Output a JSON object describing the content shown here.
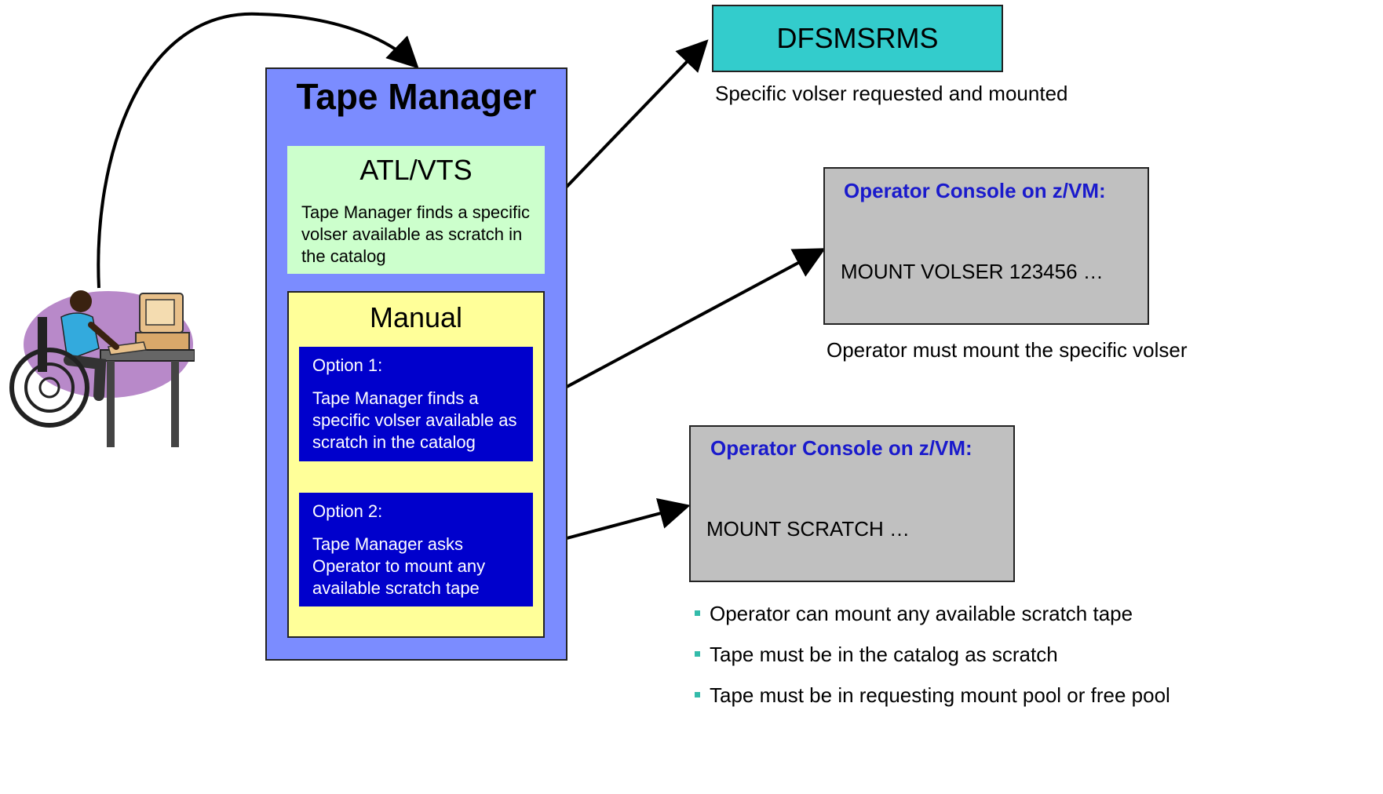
{
  "tape_manager": {
    "title": "Tape Manager",
    "atl_vts": {
      "title": "ATL/VTS",
      "text": "Tape Manager finds a specific volser available as scratch in the catalog"
    },
    "manual": {
      "title": "Manual",
      "options": [
        {
          "label": "Option 1:",
          "text": "Tape Manager finds a specific volser available as scratch in the catalog"
        },
        {
          "label": "Option 2:",
          "text": "Tape Manager asks Operator to mount any available scratch tape"
        }
      ]
    }
  },
  "dfsmsrms": {
    "title": "DFSMSRMS",
    "caption": "Specific volser requested and mounted"
  },
  "console_specific": {
    "title": "Operator Console on z/VM:",
    "command": "MOUNT VOLSER 123456 …",
    "caption": "Operator must mount the specific volser"
  },
  "console_scratch": {
    "title": "Operator Console on z/VM:",
    "command": "MOUNT SCRATCH …"
  },
  "notes": [
    "Operator can mount any available scratch tape",
    "Tape must be in the catalog as scratch",
    "Tape must be in requesting mount pool or free pool"
  ],
  "colors": {
    "tape_manager_bg": "#7b8cff",
    "atl_vts_bg": "#ccffcc",
    "manual_bg": "#ffff99",
    "option_bg": "#0000cc",
    "dfsmsrms_bg": "#33cccc",
    "console_bg": "#c0c0c0",
    "console_title": "#1a1acc",
    "bullet": "#33bbaa"
  },
  "icons": {
    "user": "person-at-computer-wheelchair-icon"
  }
}
